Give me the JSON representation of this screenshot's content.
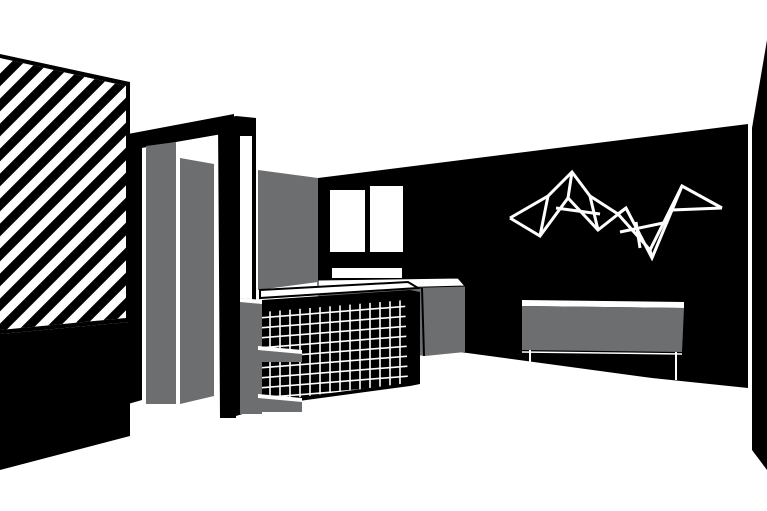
{
  "scene": {
    "kind": "black-white-grey interior illustration",
    "colors": {
      "ink": "#000000",
      "paper": "#ffffff",
      "mid_grey": "#6d6e70"
    },
    "elements": [
      "striped-glass-panel",
      "door-frame",
      "grey-partition",
      "back-wall",
      "window",
      "reception-desk",
      "grid-front-panel",
      "side-counter",
      "wall-light-sculpture",
      "sideboard-cabinet",
      "right-wall-edge"
    ]
  }
}
